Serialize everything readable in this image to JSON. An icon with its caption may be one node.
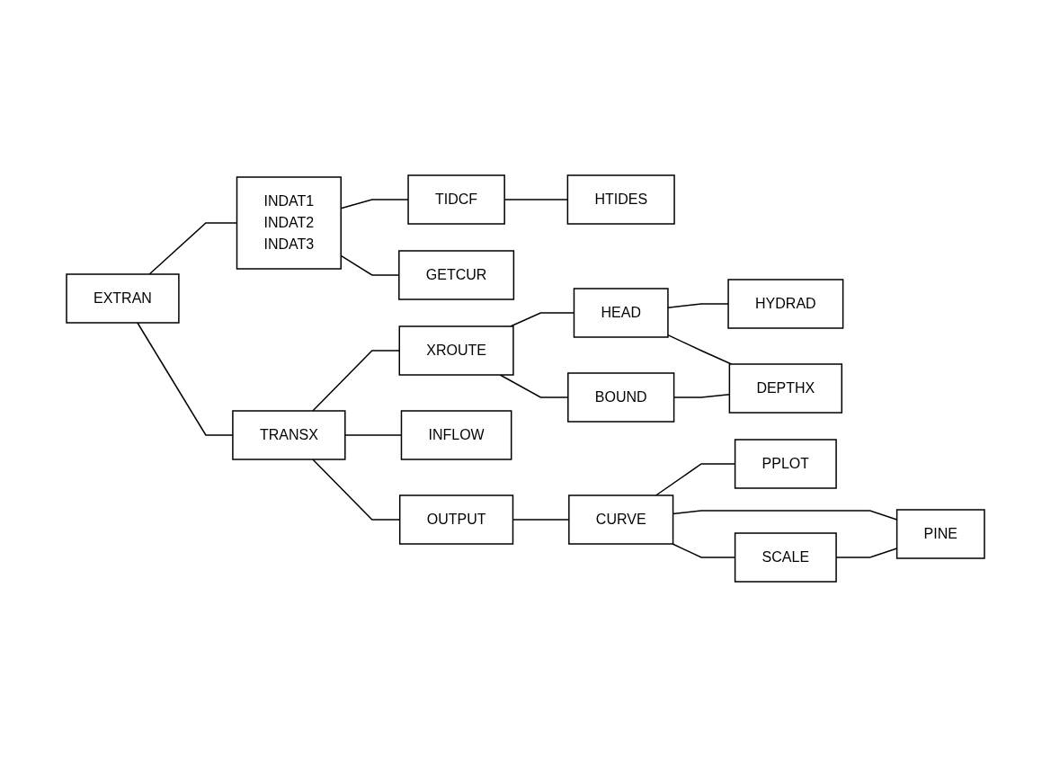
{
  "diagram": {
    "nodes": [
      {
        "text": [
          "EXTRAN"
        ]
      },
      {
        "text": [
          "INDAT1",
          "INDAT2",
          "INDAT3"
        ]
      },
      {
        "text": [
          "TIDCF"
        ]
      },
      {
        "text": [
          "HTIDES"
        ]
      },
      {
        "text": [
          "GETCUR"
        ]
      },
      {
        "text": [
          "TRANSX"
        ]
      },
      {
        "text": [
          "XROUTE"
        ]
      },
      {
        "text": [
          "HEAD"
        ]
      },
      {
        "text": [
          "HYDRAD"
        ]
      },
      {
        "text": [
          "BOUND"
        ]
      },
      {
        "text": [
          "DEPTHX"
        ]
      },
      {
        "text": [
          "INFLOW"
        ]
      },
      {
        "text": [
          "OUTPUT"
        ]
      },
      {
        "text": [
          "CURVE"
        ]
      },
      {
        "text": [
          "PPLOT"
        ]
      },
      {
        "text": [
          "SCALE"
        ]
      },
      {
        "text": [
          "PINE"
        ]
      }
    ],
    "edges": [
      {
        "from": 0,
        "to": 1,
        "arrow": "none"
      },
      {
        "from": 1,
        "to": 2,
        "arrow": "none"
      },
      {
        "from": 2,
        "to": 3,
        "arrow": "none"
      },
      {
        "from": 1,
        "to": 4,
        "arrow": "none"
      },
      {
        "from": 0,
        "to": 5,
        "arrow": "none"
      },
      {
        "from": 5,
        "to": 6,
        "arrow": "none"
      },
      {
        "from": 6,
        "to": 7,
        "arrow": "none"
      },
      {
        "from": 6,
        "to": 9,
        "arrow": "none"
      },
      {
        "from": 7,
        "to": 8,
        "arrow": "none"
      },
      {
        "from": 7,
        "to": 10,
        "arrow": "none"
      },
      {
        "from": 9,
        "to": 10,
        "arrow": "none"
      },
      {
        "from": 5,
        "to": 11,
        "arrow": "none"
      },
      {
        "from": 5,
        "to": 12,
        "arrow": "none"
      },
      {
        "from": 12,
        "to": 13,
        "arrow": "none"
      },
      {
        "from": 13,
        "to": 14,
        "arrow": "none"
      },
      {
        "from": 13,
        "to": 15,
        "arrow": "none"
      },
      {
        "from": 13,
        "to": 16,
        "arrow": "none"
      },
      {
        "from": 15,
        "to": 16,
        "arrow": "none"
      }
    ]
  }
}
